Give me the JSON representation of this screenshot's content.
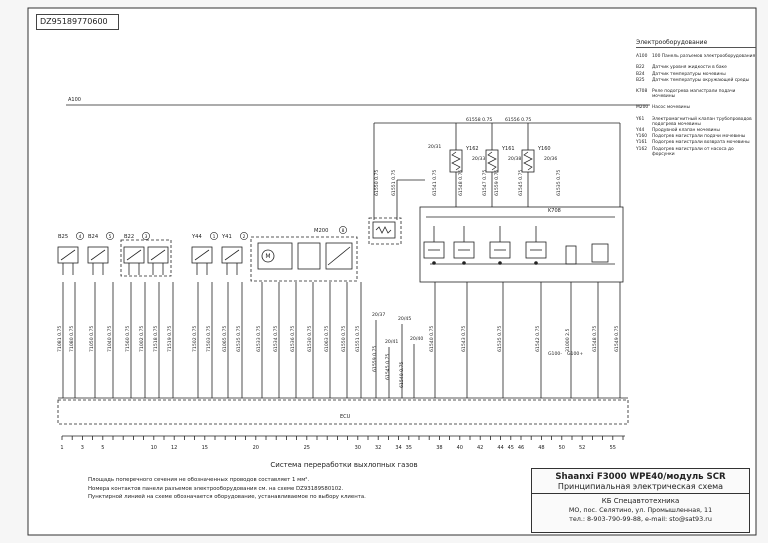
{
  "doc_id": "DZ95189770600",
  "bus_label": "A100",
  "legend": {
    "title": "Электрооборудование",
    "groups": [
      [
        {
          "code": "A100",
          "text": "100 Панель разъемов электрооборудования"
        }
      ],
      [
        {
          "code": "B22",
          "text": "Датчик уровня жидкости в баке"
        },
        {
          "code": "B24",
          "text": "Датчик температуры мочевины"
        },
        {
          "code": "B25",
          "text": "Датчик температуры окружающей среды"
        }
      ],
      [
        {
          "code": "K708",
          "text": "Реле подогрева магистрали подачи мочевины"
        }
      ],
      [
        {
          "code": "M200",
          "text": "Насос мочевины"
        }
      ],
      [
        {
          "code": "Y61",
          "text": "Электромагнитный клапан трубопроводов подогрева мочевины"
        },
        {
          "code": "Y44",
          "text": "Продувной клапан мочевины"
        },
        {
          "code": "Y160",
          "text": "Подогрев магистрали подачи мочевины"
        },
        {
          "code": "Y161",
          "text": "Подогрев магистрали возврата мочевины"
        },
        {
          "code": "Y162",
          "text": "Подогрев магистрали от насоса до форсунки"
        }
      ]
    ]
  },
  "components": [
    {
      "id": "B25",
      "mark": "4"
    },
    {
      "id": "B24",
      "mark": "5"
    },
    {
      "id": "B22",
      "mark": "3"
    },
    {
      "id": "Y44",
      "mark": "1"
    },
    {
      "id": "Y41",
      "mark": "2"
    },
    {
      "id": "M200",
      "mark": "8"
    },
    {
      "id": "K708",
      "mark": ""
    }
  ],
  "heaters": [
    {
      "id": "Y162",
      "wire": "20/33"
    },
    {
      "id": "Y161",
      "wire": "20/38"
    },
    {
      "id": "Y160",
      "wire": "20/36"
    }
  ],
  "wire_labels": [
    "71081 0.75",
    "71080 0.75",
    "71050 0.75",
    "71040 0.75",
    "71560 0.75",
    "71002 0.75",
    "71518 0.75",
    "71519 0.75",
    "71502 0.75",
    "71503 0.75",
    "61065 0.75",
    "61535 0.75",
    "61533 0.75",
    "61534 0.75",
    "61536 0.75",
    "61530 0.75",
    "61063 0.75",
    "61550 0.75",
    "61551 0.75",
    "61541 0.75",
    "61548 0.75",
    "61547 0.75",
    "61559 0.75",
    "61545 0.75",
    "61540 0.75",
    "61543 0.75",
    "61535 0.75",
    "61540 0.75",
    "61542 0.75",
    "31000 2.5",
    "61548 0.75",
    "61549 0.75"
  ],
  "top_wire_labels": [
    "61558 0.75",
    "61556 0.75"
  ],
  "mid_wire_labels": [
    "20/37",
    "20/45",
    "20/41",
    "20/40",
    "20/31",
    "20/33",
    "20/38",
    "20/36"
  ],
  "ground_labels": [
    "G100-",
    "G100+"
  ],
  "ecu_label": "ECU",
  "bottom_pins": [
    "1",
    "3",
    "5",
    "10",
    "12",
    "15",
    "20",
    "25",
    "30",
    "32",
    "34",
    "35",
    "38",
    "40",
    "42",
    "44",
    "45",
    "46",
    "48",
    "50",
    "52",
    "55"
  ],
  "caption": "Система переработки выхлопных газов",
  "notes": [
    "Площадь поперечного сечения не обозначенных проводов составляет 1 мм².",
    "Номера контактов панели разъемов электрооборудования см. на схеме DZ93189580102.",
    "Пунктирной линией на схеме обозначается оборудование, устанавливаемое по выбору клиента."
  ],
  "title_block": {
    "model": "Shaanxi F3000 WPE40/модуль SCR",
    "subtitle": "Принципиальная электрическая схема",
    "company": "КБ Спецавтотехника",
    "address": "МО, пос. Селятино, ул. Промышленная, 11",
    "phone": "тел.: 8-903-790-99-88,  e-mail: sto@sat93.ru"
  }
}
